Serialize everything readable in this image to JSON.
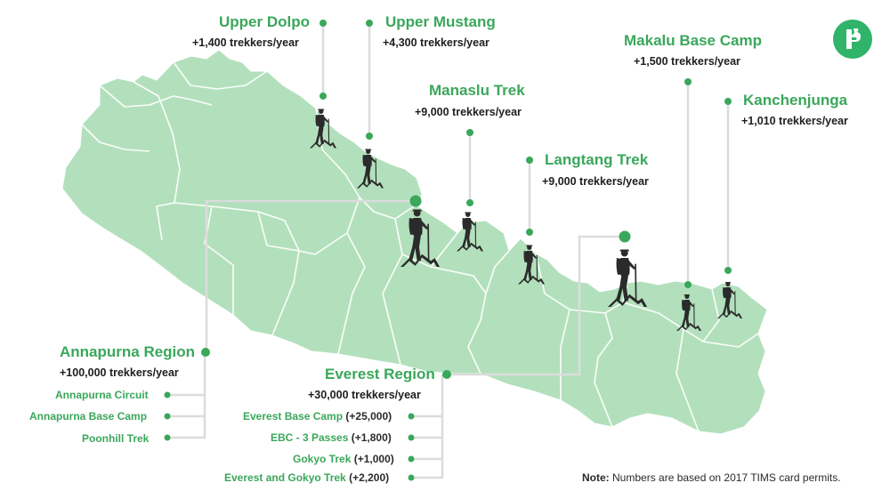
{
  "colors": {
    "land": "#b3e0bc",
    "land_edge": "#ffffff",
    "accent": "#3aa75b",
    "hiker": "#2b2b2b",
    "leader": "#dcdcdc"
  },
  "logo": {
    "icon": "brand-b-logo-icon",
    "color": "#2fb46a"
  },
  "treks": {
    "upper_dolpo": {
      "name": "Upper Dolpo",
      "count": "+1,400 trekkers/year"
    },
    "upper_mustang": {
      "name": "Upper Mustang",
      "count": "+4,300 trekkers/year"
    },
    "manaslu": {
      "name": "Manaslu Trek",
      "count": "+9,000 trekkers/year"
    },
    "langtang": {
      "name": "Langtang Trek",
      "count": "+9,000 trekkers/year"
    },
    "makalu": {
      "name": "Makalu Base Camp",
      "count": "+1,500 trekkers/year"
    },
    "kanchenjunga": {
      "name": "Kanchenjunga",
      "count": "+1,010 trekkers/year"
    }
  },
  "annapurna": {
    "name": "Annapurna Region",
    "count": "+100,000 trekkers/year",
    "routes": [
      {
        "name": "Annapurna Circuit"
      },
      {
        "name": "Annapurna Base Camp"
      },
      {
        "name": "Poonhill Trek"
      }
    ]
  },
  "everest": {
    "name": "Everest Region",
    "count": "+30,000 trekkers/year",
    "routes": [
      {
        "name": "Everest Base Camp",
        "count": "(+25,000)"
      },
      {
        "name": "EBC - 3 Passes",
        "count": "(+1,800)"
      },
      {
        "name": "Gokyo Trek",
        "count": "(+1,000)"
      },
      {
        "name": "Everest and Gokyo Trek",
        "count": "(+2,200)"
      }
    ]
  },
  "note": {
    "label": "Note:",
    "text": "Numbers are based on 2017 TIMS card permits."
  }
}
